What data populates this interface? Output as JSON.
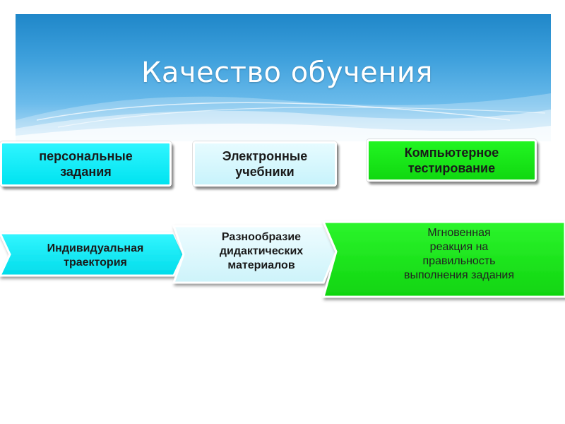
{
  "title": "Качество обучения",
  "colors": {
    "header_blue": "#1f87c9",
    "cyan": "#00e3f0",
    "pale_cyan": "#d9f7fc",
    "green": "#10d810"
  },
  "top_boxes": [
    {
      "label": "персональные\nзадания"
    },
    {
      "label": "Электронные\nучебники"
    },
    {
      "label": "Компьютерное\nтестирование"
    }
  ],
  "chevrons": [
    {
      "label": "Индивидуальная\nтраектория"
    },
    {
      "label": "Разнообразие\nдидактических\nматериалов"
    },
    {
      "label": "Мгновенная\nреакция на\nправильность\nвыполнения задания"
    }
  ]
}
